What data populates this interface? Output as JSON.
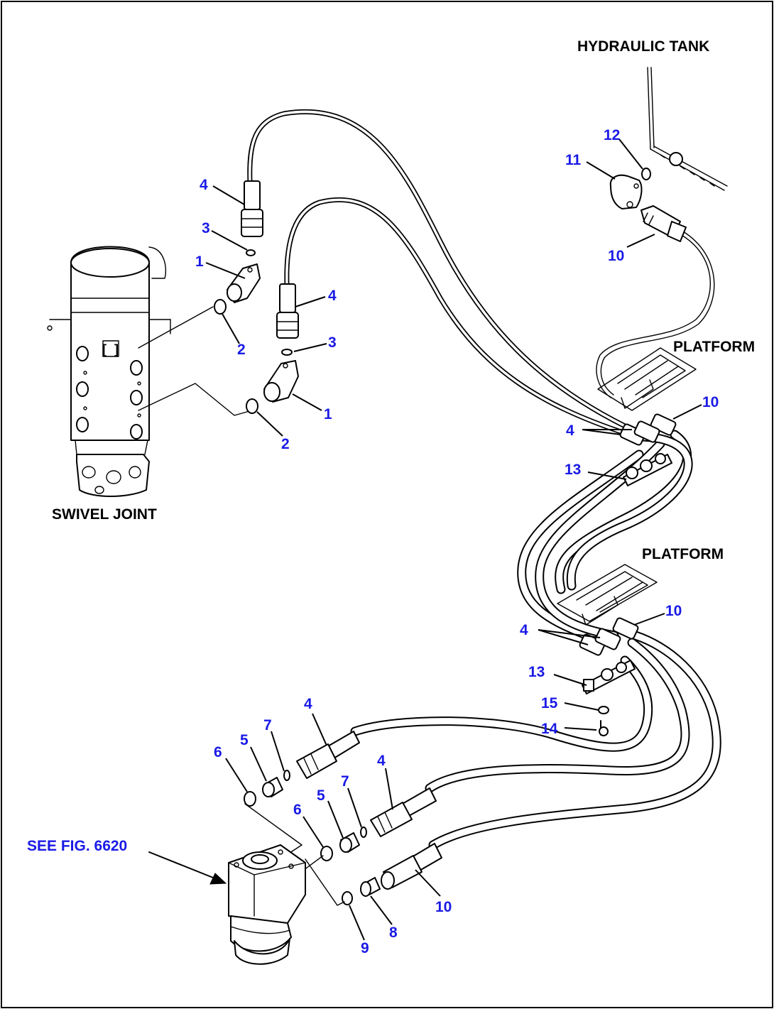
{
  "labels": {
    "hydraulic_tank": "HYDRAULIC TANK",
    "platform_upper": "PLATFORM",
    "platform_lower": "PLATFORM",
    "swivel_joint": "SWIVEL JOINT",
    "see_fig": "SEE FIG. 6620"
  },
  "callouts": [
    {
      "id": "c-4a",
      "text": "4"
    },
    {
      "id": "c-3a",
      "text": "3"
    },
    {
      "id": "c-1a",
      "text": "1"
    },
    {
      "id": "c-2a",
      "text": "2"
    },
    {
      "id": "c-4b",
      "text": "4"
    },
    {
      "id": "c-3b",
      "text": "3"
    },
    {
      "id": "c-1b",
      "text": "1"
    },
    {
      "id": "c-2b",
      "text": "2"
    },
    {
      "id": "c-12",
      "text": "12"
    },
    {
      "id": "c-11",
      "text": "11"
    },
    {
      "id": "c-10a",
      "text": "10"
    },
    {
      "id": "c-10b",
      "text": "10"
    },
    {
      "id": "c-4c",
      "text": "4"
    },
    {
      "id": "c-13a",
      "text": "13"
    },
    {
      "id": "c-10c",
      "text": "10"
    },
    {
      "id": "c-4d",
      "text": "4"
    },
    {
      "id": "c-13b",
      "text": "13"
    },
    {
      "id": "c-15",
      "text": "15"
    },
    {
      "id": "c-14",
      "text": "14"
    },
    {
      "id": "c-4e",
      "text": "4"
    },
    {
      "id": "c-7a",
      "text": "7"
    },
    {
      "id": "c-5a",
      "text": "5"
    },
    {
      "id": "c-6a",
      "text": "6"
    },
    {
      "id": "c-4f",
      "text": "4"
    },
    {
      "id": "c-7b",
      "text": "7"
    },
    {
      "id": "c-5b",
      "text": "5"
    },
    {
      "id": "c-6b",
      "text": "6"
    },
    {
      "id": "c-10d",
      "text": "10"
    },
    {
      "id": "c-8",
      "text": "8"
    },
    {
      "id": "c-9",
      "text": "9"
    }
  ],
  "colors": {
    "callout": "#1a1ae6",
    "line": "#000000"
  }
}
